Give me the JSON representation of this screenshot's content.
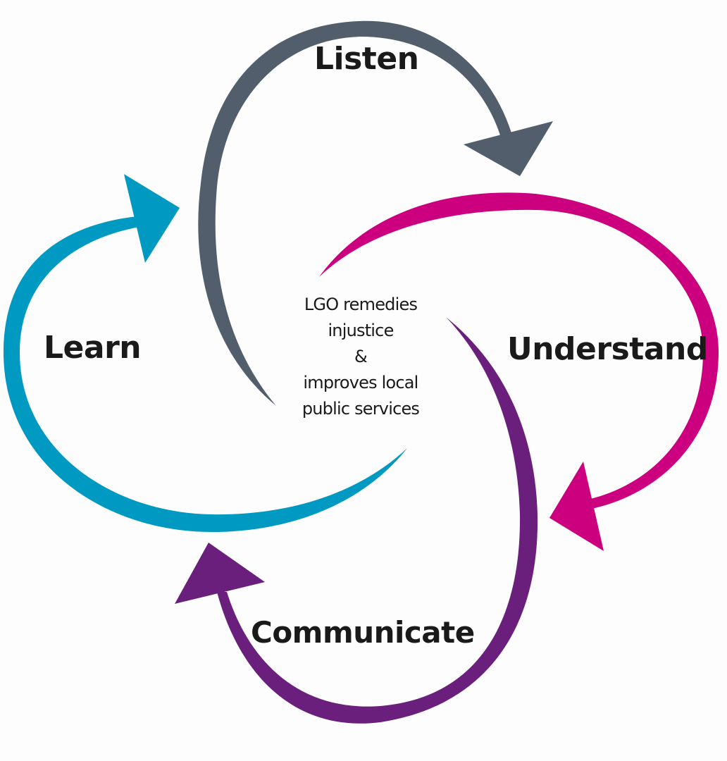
{
  "diagram": {
    "title": "LGO cycle",
    "center": {
      "lines": [
        "LGO remedies",
        "injustice",
        "&",
        "improves local",
        "public services"
      ]
    },
    "stages": [
      {
        "id": "listen",
        "label": "Listen",
        "color": "#525e6b"
      },
      {
        "id": "understand",
        "label": "Understand",
        "color": "#cc007e"
      },
      {
        "id": "communicate",
        "label": "Communicate",
        "color": "#6b1f7c"
      },
      {
        "id": "learn",
        "label": "Learn",
        "color": "#0099c2"
      }
    ],
    "text_color": "#1a1a1a",
    "background": "#fdfdfd"
  }
}
